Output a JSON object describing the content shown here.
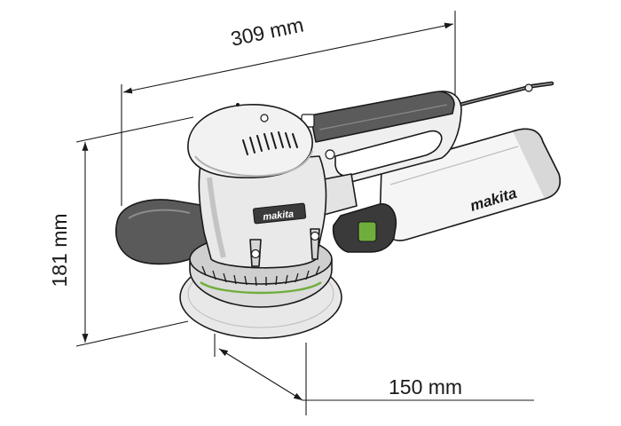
{
  "dimensions": {
    "length": "309 mm",
    "height": "181 mm",
    "pad_diameter": "150 mm"
  },
  "brand": {
    "side_logo": "makita",
    "nameplate": "makita"
  },
  "colors": {
    "line": "#1a1a1a",
    "body_light": "#eeeeee",
    "body_mid": "#bdbdbd",
    "grip_dark": "#555555",
    "pad": "#e6e6e6"
  }
}
